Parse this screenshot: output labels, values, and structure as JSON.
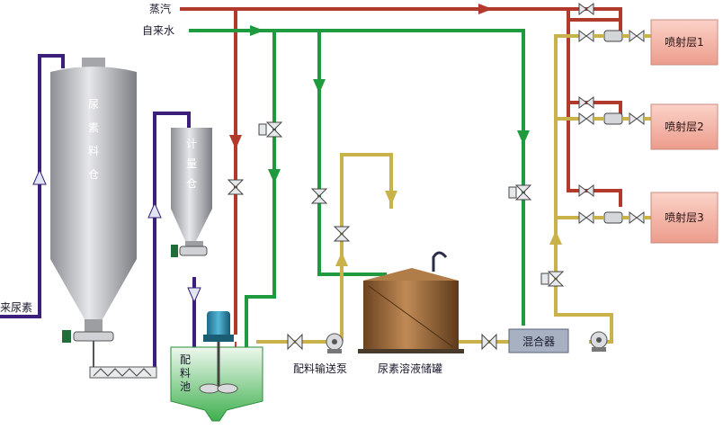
{
  "labels": {
    "steam": "蒸汽",
    "tap_water": "自来水",
    "incoming_urea": "来尿素",
    "urea_silo": [
      "尿",
      "素",
      "料",
      "仓"
    ],
    "metering_bin": [
      "计",
      "量",
      "仓"
    ],
    "mixing_tank": [
      "配",
      "料",
      "池"
    ],
    "feed_pump": "配料输送泵",
    "storage_tank": "尿素溶液储罐",
    "mixer": "混合器",
    "spray_layers": [
      "喷射层1",
      "喷射层2",
      "喷射层3"
    ]
  },
  "colors": {
    "steam_line": "#b23a2c",
    "water_line": "#1f9a3e",
    "solution_line": "#c9b24a",
    "urea_line": "#3b1f7a",
    "spray_box": "#f3b3a6",
    "tank_body": "#9a6a3c"
  }
}
